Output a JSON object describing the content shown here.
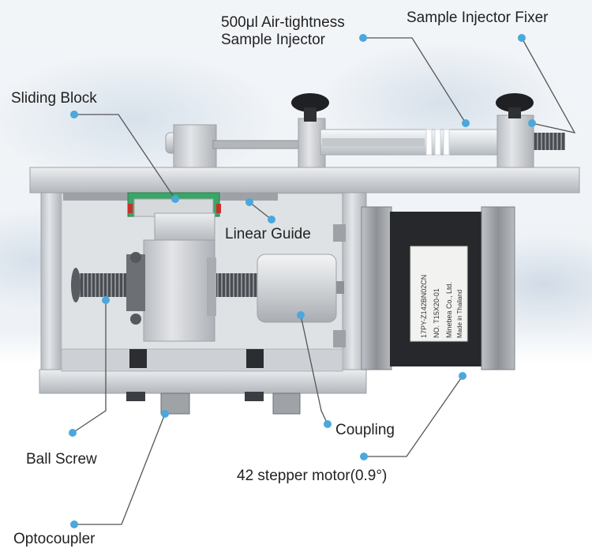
{
  "labels": {
    "syringe_line1": "500μl Air-tightness",
    "syringe_line2": "Sample Injector",
    "fixer": "Sample Injector Fixer",
    "sliding_block": "Sliding Block",
    "linear_guide": "Linear Guide",
    "coupling": "Coupling",
    "ball_screw": "Ball Screw",
    "stepper_motor": "42 stepper motor(0.9°)",
    "optocoupler": "Optocoupler"
  },
  "motor_sticker": {
    "model": "17PY-Z142BN02CN",
    "serial": "NO. T15X20-01",
    "maker": "Minebea Co., Ltd.",
    "origin": "Made in Thailand"
  },
  "colors": {
    "aluminum": "#c9ccd0",
    "aluminum_light": "#e4e6e9",
    "motor_black": "#26282b",
    "guide_green": "#2e9a5a",
    "guide_red": "#c9302c",
    "callout_dot": "#4aa8dc",
    "callout_line": "#555555"
  }
}
